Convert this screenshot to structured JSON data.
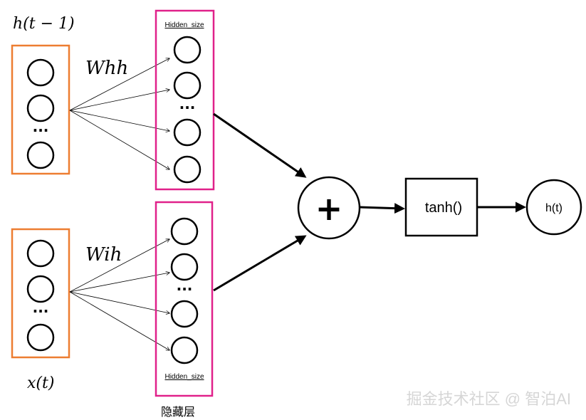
{
  "labels": {
    "h_prev": "h(t − 1)",
    "x_t": "x(t)",
    "whh": "Whh",
    "wih": "Wih",
    "hidden_size_top": "Hidden_size",
    "hidden_size_bottom": "Hidden_size",
    "hidden_layer": "隐藏层",
    "plus": "+",
    "tanh": "tanh()",
    "h_t": "h(t)",
    "ellipsis": "···",
    "watermark": "掘金技术社区 @ 智泊AI"
  },
  "colors": {
    "input_box": "#ED7D31",
    "hidden_box": "#E0218A",
    "stroke": "#000000",
    "watermark": "#D6D6D6"
  }
}
